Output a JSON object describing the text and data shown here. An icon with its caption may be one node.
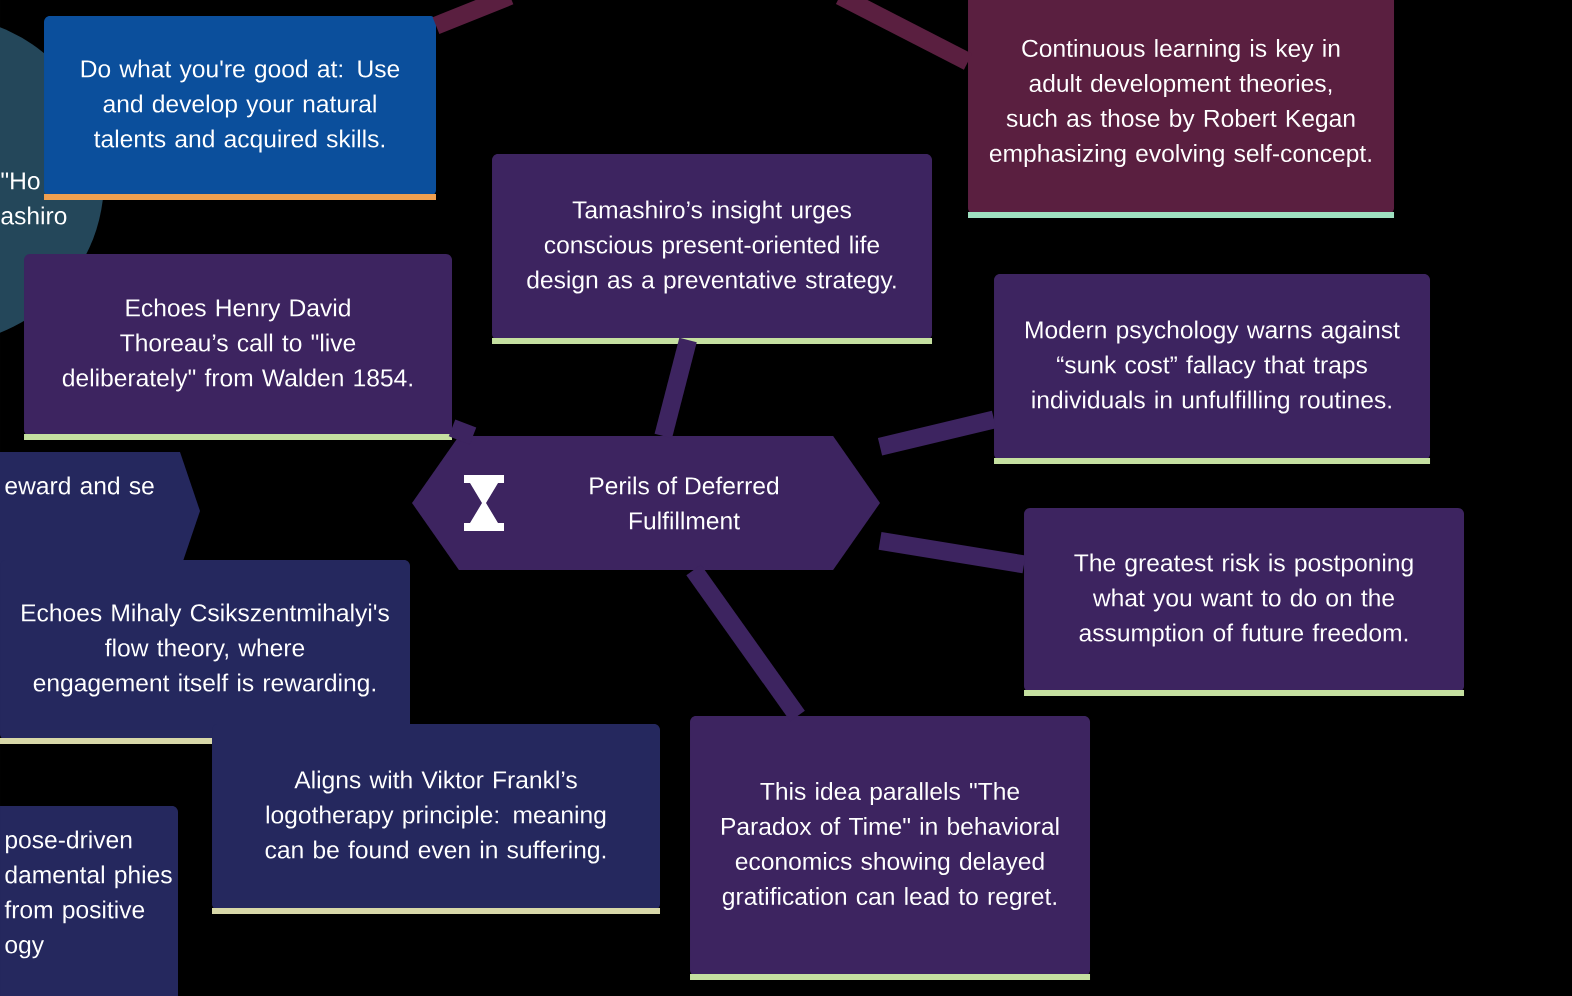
{
  "diagram": {
    "nodes": [
      {
        "text": [
          "\"Ho ashiro"
        ]
      },
      {
        "text": [
          "Do what you're good at: Use and develop your natural talents and acquired skills."
        ]
      },
      {
        "text": [
          "Continuous learning is key in adult development theories, such as those by Robert Kegan emphasizing evolving self-concept."
        ]
      },
      {
        "text": [
          "Tamashiro’s insight urges conscious present-oriented life design as a preventative strategy."
        ]
      },
      {
        "text": [
          "Echoes Henry David Thoreau’s call to \"live deliberately\" from Walden 1854."
        ]
      },
      {
        "text": [
          "Modern psychology warns against “sunk cost” fallacy that traps individuals in unfulfilling routines."
        ]
      },
      {
        "text": [
          "Perils of Deferred Fulfillment"
        ]
      },
      {
        "text": [
          "eward and se"
        ]
      },
      {
        "text": [
          "The greatest risk is postponing what you want to do on the assumption of future freedom."
        ]
      },
      {
        "text": [
          "Echoes Mihaly Csikszentmihalyi's flow theory, where engagement itself is rewarding."
        ]
      },
      {
        "text": [
          "Aligns with Viktor Frankl’s logotherapy principle: meaning can be found even in suffering."
        ]
      },
      {
        "text": [
          "This idea parallels \"The Paradox of Time\" in behavioral economics showing delayed gratification can lead to regret."
        ]
      },
      {
        "text": [
          "pose-driven damental phies from positive ogy"
        ]
      }
    ],
    "edges": [
      {
        "from": null,
        "to": 1,
        "arrow": "none",
        "color": "#5a1f40"
      },
      {
        "from": null,
        "to": 2,
        "arrow": "none",
        "color": "#5a1f40"
      },
      {
        "from": 6,
        "to": 3,
        "arrow": "none"
      },
      {
        "from": 6,
        "to": 4,
        "arrow": "none"
      },
      {
        "from": 6,
        "to": 5,
        "arrow": "none"
      },
      {
        "from": 6,
        "to": 8,
        "arrow": "none"
      },
      {
        "from": 6,
        "to": 11,
        "arrow": "none"
      }
    ]
  }
}
